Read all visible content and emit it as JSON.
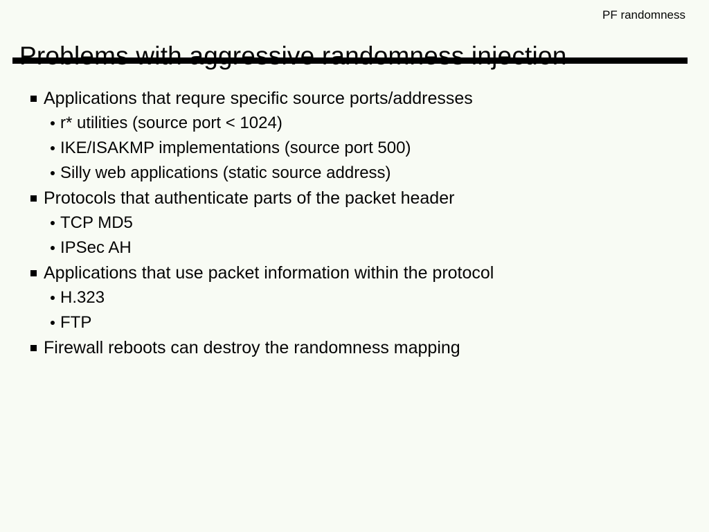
{
  "slide": {
    "corner_label": "PF randomness",
    "title": "Problems with aggressive randomness injection",
    "colors": {
      "background": "#f8fbf4",
      "text": "#050505",
      "rule": "#000000"
    },
    "bullets": [
      {
        "label": "Applications that requre specific source ports/addresses",
        "children": [
          "r* utilities (source port < 1024)",
          "IKE/ISAKMP implementations (source port 500)",
          "Silly web applications (static source address)"
        ]
      },
      {
        "label": "Protocols that authenticate parts of the packet header",
        "children": [
          "TCP MD5",
          "IPSec AH"
        ]
      },
      {
        "label": "Applications that use packet information within the protocol",
        "children": [
          "H.323",
          "FTP"
        ]
      },
      {
        "label": "Firewall reboots can destroy the randomness mapping",
        "children": []
      }
    ]
  }
}
